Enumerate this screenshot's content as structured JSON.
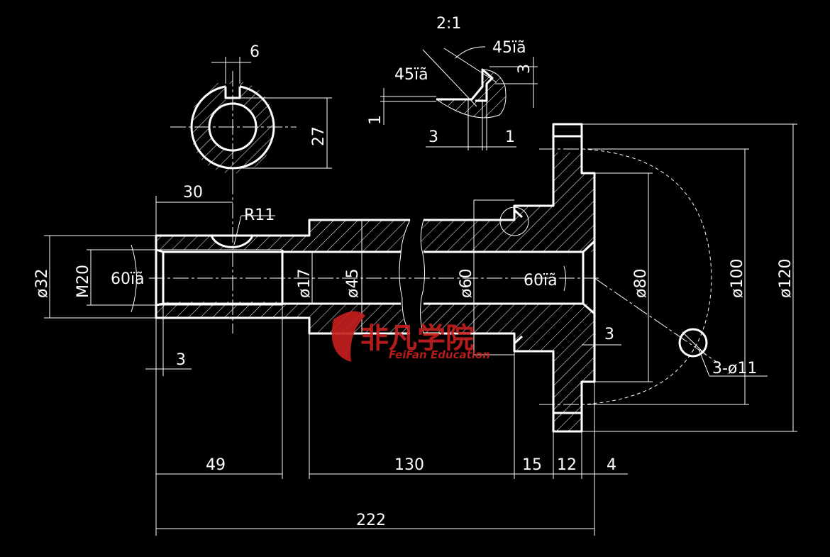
{
  "dimensions": {
    "slot_width": "6",
    "section_height": "27",
    "key_offset": "30",
    "fillet_radius": "R11",
    "dia_32": "ø32",
    "thread": "M20",
    "countersink_angle": "60ïã",
    "dia_17": "ø17",
    "dia_45": "ø45",
    "dia_60": "ø60",
    "dia_80": "ø80",
    "dia_100": "ø100",
    "dia_120": "ø120",
    "center_angle": "60ïã",
    "shoulder_3": "3",
    "holes": "3-ø11",
    "chamfer_3": "3",
    "len_49": "49",
    "len_130": "130",
    "len_15": "15",
    "len_12": "12",
    "len_4": "4",
    "total_222": "222"
  },
  "detail": {
    "scale": "2:1",
    "angle_top": "45ïã",
    "angle_left": "45ïã",
    "depth_3": "3",
    "depth_1": "1",
    "width_3": "3",
    "width_1": "1"
  },
  "watermark": {
    "logo_text": "非凡学院",
    "sub_text": "FeiFan Education",
    "color": "#c8201e"
  },
  "colors": {
    "background": "#000000",
    "lines": "#ffffff"
  }
}
